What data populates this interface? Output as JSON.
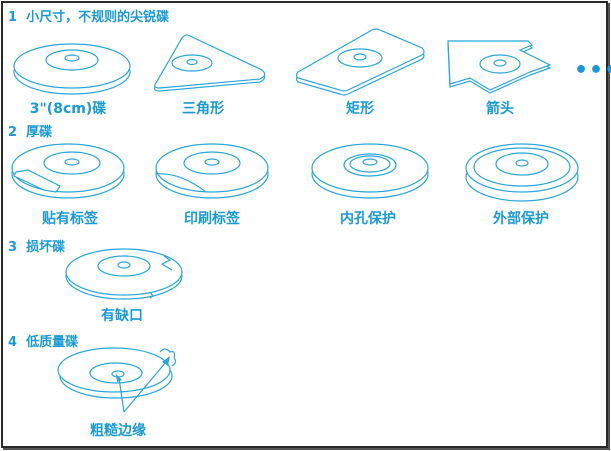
{
  "sections": [
    {
      "number": "1",
      "title": "小尺寸，不规则的尖锐碟",
      "items": [
        {
          "label": "3\"(8cm)碟",
          "shape": "round-disc"
        },
        {
          "label": "三角形",
          "shape": "triangle-disc"
        },
        {
          "label": "矩形",
          "shape": "rectangle-disc"
        },
        {
          "label": "箭头",
          "shape": "arrow-disc"
        }
      ],
      "more": "•••"
    },
    {
      "number": "2",
      "title": "厚碟",
      "items": [
        {
          "label": "贴有标签",
          "shape": "disc-with-sticker"
        },
        {
          "label": "印刷标签",
          "shape": "disc-with-printed-label"
        },
        {
          "label": "内孔保护",
          "shape": "disc-inner-ring"
        },
        {
          "label": "外部保护",
          "shape": "disc-outer-ring"
        }
      ]
    },
    {
      "number": "3",
      "title": "损坏碟",
      "items": [
        {
          "label": "有缺口",
          "shape": "cracked-disc"
        }
      ]
    },
    {
      "number": "4",
      "title": "低质量碟",
      "items": [
        {
          "label": "粗糙边缘",
          "shape": "rough-edge-disc"
        }
      ]
    }
  ],
  "colors": {
    "accent": "#1a9ad6",
    "line": "#2aa6da",
    "border": "#2a2a2a"
  }
}
